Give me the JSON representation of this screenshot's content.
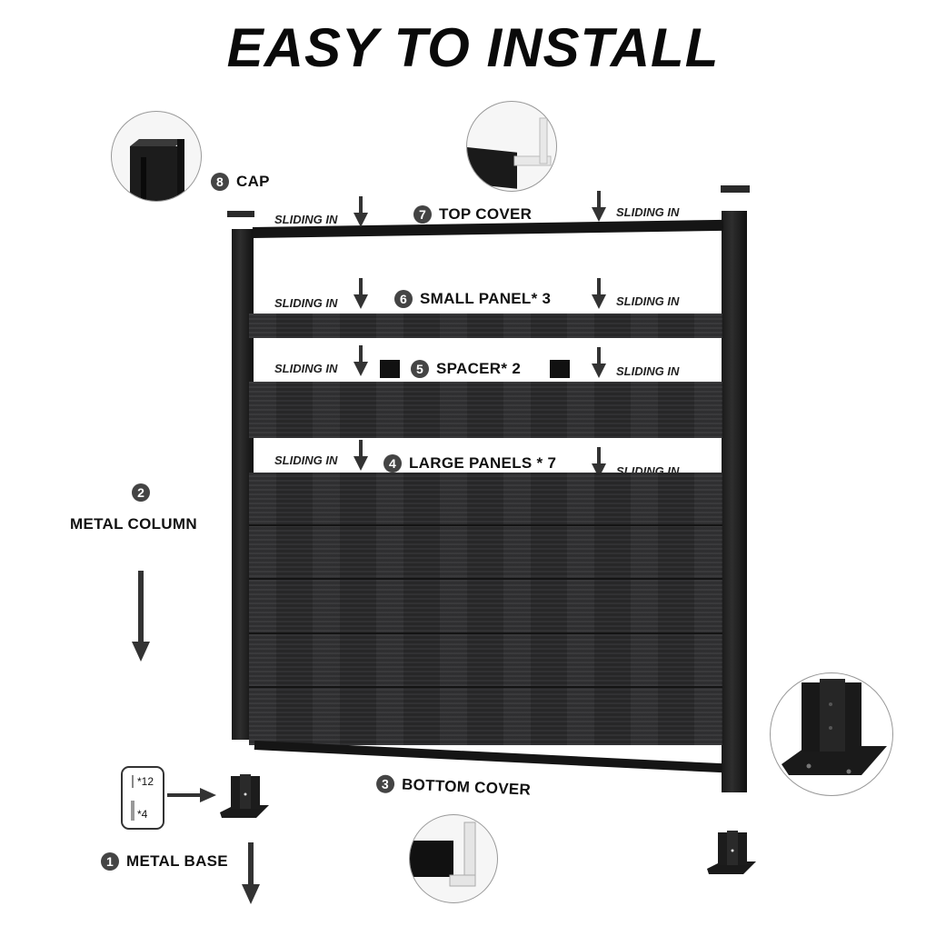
{
  "title": "EASY TO INSTALL",
  "sliding_label": "SLIDING IN",
  "parts": [
    {
      "number": "1",
      "name": "METAL BASE"
    },
    {
      "number": "2",
      "name": "METAL COLUMN"
    },
    {
      "number": "3",
      "name": "BOTTOM COVER"
    },
    {
      "number": "4",
      "name": "LARGE PANELS * 7"
    },
    {
      "number": "5",
      "name": "SPACER* 2"
    },
    {
      "number": "6",
      "name": "SMALL PANEL* 3"
    },
    {
      "number": "7",
      "name": "TOP COVER"
    },
    {
      "number": "8",
      "name": "CAP"
    }
  ],
  "hardware": {
    "screws_qty": "*12",
    "bolts_qty": "*4"
  },
  "colors": {
    "panel": "#2b2b2d",
    "post": "#1a1a1a",
    "badge": "#444444"
  }
}
